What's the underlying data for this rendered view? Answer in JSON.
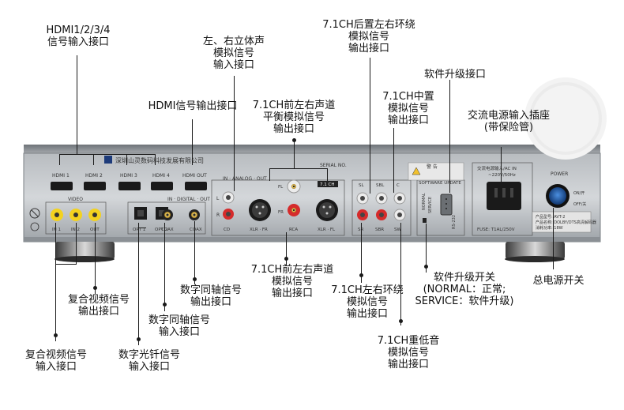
{
  "panel": {
    "brand": "深圳山灵数码科技发展有限公司",
    "hdmi_ports": [
      "HDMI 1",
      "HDMI 2",
      "HDMI 3",
      "HDMI 4"
    ],
    "hdmi_out": "HDMI OUT",
    "serial": "SERIAL NO.",
    "analog_out": "IN · ANALOG · OUT",
    "digital_in": "IN · DIGITAL · OUT",
    "video": "VIDEO",
    "video_ports": [
      "IN 1",
      "IN 2",
      "OUT"
    ],
    "digital_ports": [
      "OPT 1",
      "OPT 2",
      "COAX",
      "COAX"
    ],
    "stereo_lr": [
      "L",
      "R"
    ],
    "cd": "CD",
    "xlr_fr": "XLR · FR",
    "rca": "RCA",
    "xlr_fl": "XLR · FL",
    "fl": "FL",
    "fr": "FR",
    "ch71": "7.1 CH",
    "surround_labels": [
      "SL",
      "SBL",
      "C"
    ],
    "surround_labels2": [
      "SR",
      "SBR",
      "SW"
    ],
    "software_update": "SOFTWARE UPDATE",
    "normal": "NORMAL",
    "service": "SERVICE",
    "rs232": "RS-232",
    "warning": "警 告",
    "ac_label": "交流电源输入/AC IN",
    "ac_voltage": "~220V/50Hz",
    "fuse": "FUSE: T1AL/250V",
    "power": "POWER",
    "on_off": [
      "ON/开",
      "OFF/关"
    ],
    "spec_lines": [
      "产品型号: AVT-2",
      "产品名称: DOLBY/DTS高清解码器",
      "消耗功率: 18W"
    ]
  },
  "labels": {
    "hdmi_in": [
      "HDMI1/2/3/4",
      "信号输入接口"
    ],
    "hdmi_out": [
      "HDMI信号输出接口"
    ],
    "stereo_out": [
      "左、右立体声",
      "模拟信号",
      "输入接口"
    ],
    "front_balanced": [
      "7.1CH前左右声道",
      "平衡模拟信号",
      "输出接口"
    ],
    "rear_surround": [
      "7.1CH后置左右环绕",
      "模拟信号",
      "输出接口"
    ],
    "center": [
      "7.1CH中置",
      "模拟信号",
      "输出接口"
    ],
    "software_port": [
      "软件升级接口"
    ],
    "ac_socket": [
      "交流电源输入插座",
      "(带保险管)"
    ],
    "front_rca": [
      "7.1CH前左右声道",
      "模拟信号",
      "输出接口"
    ],
    "side_surround": [
      "7.1CH左右环绕",
      "模拟信号",
      "输出接口"
    ],
    "subwoofer": [
      "7.1CH重低音",
      "模拟信号",
      "输出接口"
    ],
    "software_switch": [
      "软件升级开关",
      "(NORMAL：正常;",
      "SERVICE：软件升级)"
    ],
    "power_switch": [
      "总电源开关"
    ],
    "coax_out": [
      "数字同轴信号",
      "输出接口"
    ],
    "coax_in": [
      "数字同轴信号",
      "输入接口"
    ],
    "composite_out": [
      "复合视频信号",
      "输出接口"
    ],
    "composite_in": [
      "复合视频信号",
      "输入接口"
    ],
    "optical_in": [
      "数字光钎信号",
      "输入接口"
    ]
  }
}
